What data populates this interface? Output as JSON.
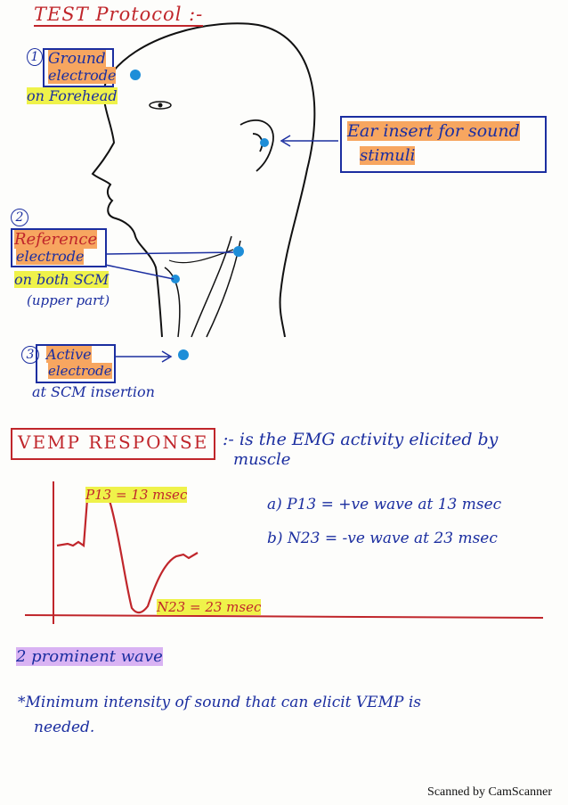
{
  "title": "TEST Protocol :-",
  "ground": {
    "num": "1",
    "line1": "Ground",
    "line2": "electrode",
    "line3": "on Forehead"
  },
  "ear": {
    "line1": "Ear insert for sound",
    "line2": "stimuli"
  },
  "reference": {
    "num": "2",
    "line1": "Reference",
    "line2": "electrode",
    "line3": "on both SCM",
    "line4": "(upper part)"
  },
  "active": {
    "num": "3",
    "line1": "Active",
    "line2": "electrode",
    "line3": "at SCM insertion"
  },
  "vemp": {
    "title": "VEMP RESPONSE",
    "desc1": ":- is the EMG activity elicited by",
    "desc2": "muscle"
  },
  "graph": {
    "p13": "P13 = 13 msec",
    "n23": "N23 = 23 msec"
  },
  "notes": {
    "a": "a) P13 = +ve wave at 13 msec",
    "b": "b) N23 = -ve wave at 23 msec",
    "two_waves": "2 prominent wave",
    "minimum1": "*Minimum intensity of sound that can elicit VEMP is",
    "minimum2": "needed."
  },
  "footer": "Scanned by CamScanner",
  "colors": {
    "ink_blue": "#1b2ea0",
    "ink_red": "#c0262b",
    "highlight_orange": "#f7a660",
    "highlight_yellow": "#eff24a",
    "highlight_pink": "#f6b7e6",
    "electrode": "#1e8ed8"
  }
}
